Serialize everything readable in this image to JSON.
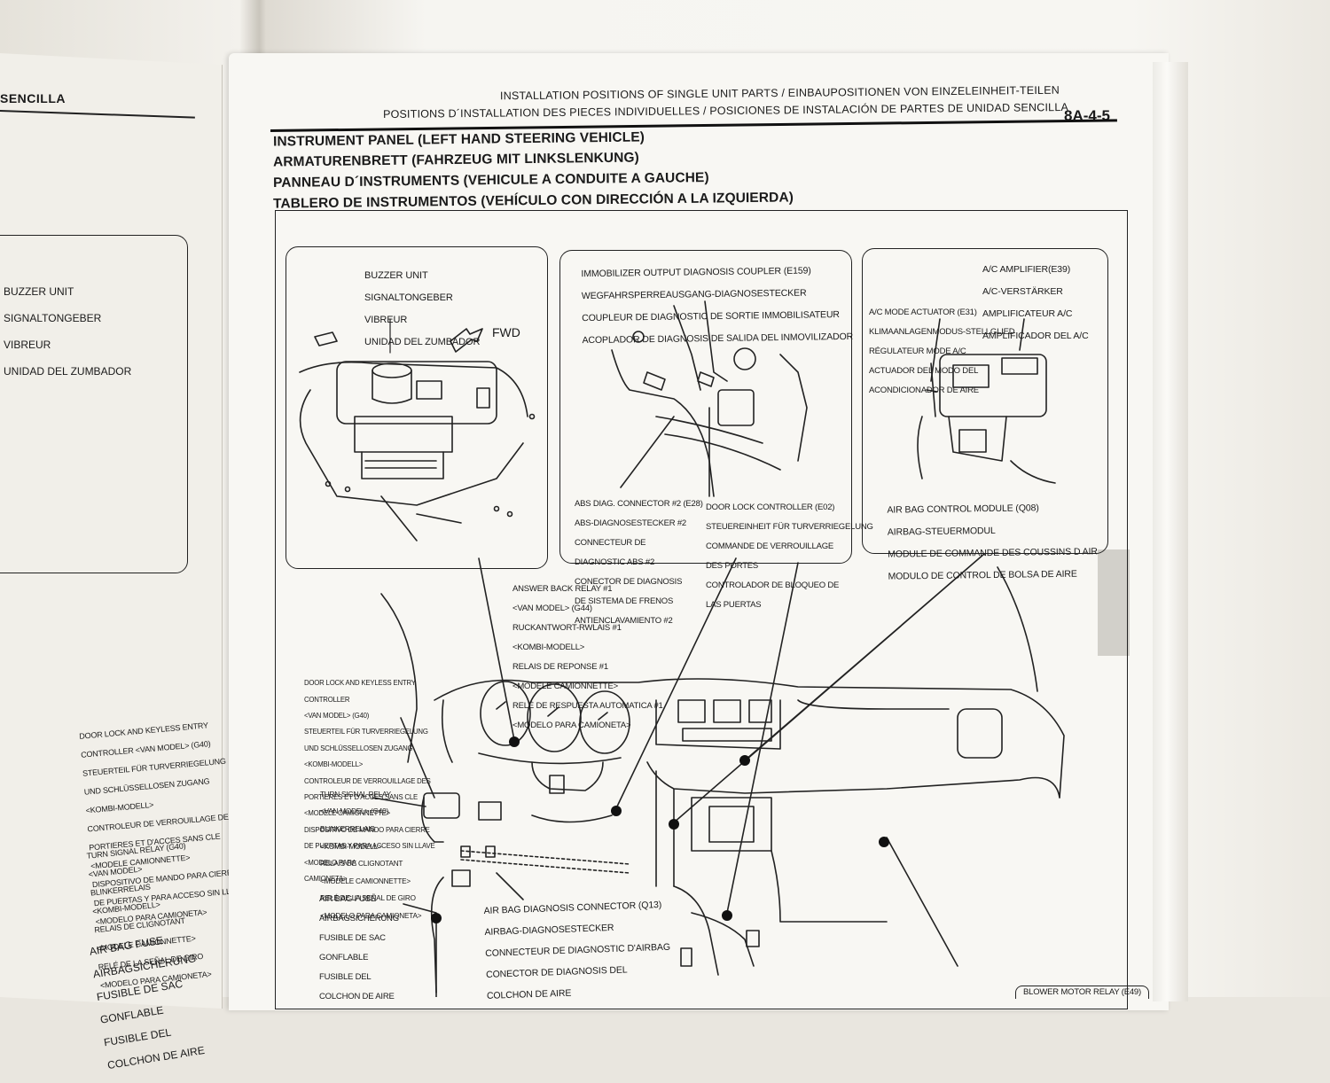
{
  "left_page": {
    "header": "SENCILLA",
    "buzzer_label": [
      "BUZZER UNIT",
      "SIGNALTONGEBER",
      "VIBREUR",
      "UNIDAD DEL ZUMBADOR"
    ],
    "door_lock_label": [
      "DOOR LOCK AND KEYLESS ENTRY",
      "CONTROLLER <VAN MODEL> (G40)",
      "STEUERTEIL FÜR TURVERRIEGELUNG",
      "UND SCHLÜSSELLOSEN ZUGANG",
      "<KOMBI-MODELL>",
      "CONTROLEUR DE VERROUILLAGE DES",
      "PORTIERES ET D'ACCES SANS CLE",
      "<MODELE CAMIONNETTE>",
      "DISPOSITIVO DE MANDO PARA CIERRE",
      "DE PUERTAS Y PARA ACCESO SIN LLAVE",
      "<MODELO PARA CAMIONETA>"
    ],
    "turn_signal_label": [
      "TURN SIGNAL RELAY (G40)",
      "<VAN MODEL>",
      "BLINKERRELAIS",
      "<KOMBI-MODELL>",
      "RELAIS DE CLIGNOTANT",
      "<MODELE CAMIONNETTE>",
      "RELÉ DE LA SEÑAL DE GIRO",
      "<MODELO PARA CAMIONETA>"
    ],
    "airbag_fuse_label": [
      "AIR BAG FUSE",
      "AIRBAGSICHERUNG",
      "FUSIBLE DE SAC",
      "GONFLABLE",
      "FUSIBLE DEL",
      "COLCHON DE AIRE"
    ]
  },
  "right_page": {
    "header_line1": "INSTALLATION POSITIONS OF SINGLE UNIT PARTS / EINBAUPOSITIONEN VON EINZELEINHEIT-TEILEN",
    "header_line2": "POSITIONS D´INSTALLATION DES PIECES INDIVIDUELLES / POSICIONES DE INSTALACIÓN DE PARTES DE UNIDAD SENCILLA",
    "page_number": "8A-4-5",
    "titles": [
      "INSTRUMENT PANEL (LEFT HAND STEERING VEHICLE)",
      "ARMATURENBRETT (FAHRZEUG MIT LINKSLENKUNG)",
      "PANNEAU D´INSTRUMENTS (VEHICULE A CONDUITE A GAUCHE)",
      "TABLERO DE INSTRUMENTOS (VEHÍCULO CON DIRECCIÓN A LA IZQUIERDA)"
    ],
    "buzzer_unit": [
      "BUZZER UNIT",
      "SIGNALTONGEBER",
      "VIBREUR",
      "UNIDAD DEL ZUMBADOR"
    ],
    "fwd": "FWD",
    "immobilizer": [
      "IMMOBILIZER OUTPUT DIAGNOSIS COUPLER (E159)",
      "WEGFAHRSPERREAUSGANG-DIAGNOSESTECKER",
      "COUPLEUR DE DIAGNOSTIC DE SORTIE IMMOBILISATEUR",
      "ACOPLADOR DE DIAGNOSIS DE SALIDA DEL INMOVILIZADOR"
    ],
    "abs_diag": [
      "ABS DIAG. CONNECTOR #2 (E28)",
      "ABS-DIAGNOSESTECKER #2",
      "CONNECTEUR DE",
      "DIAGNOSTIC ABS #2",
      "CONECTOR DE DIAGNOSIS",
      "DE SISTEMA DE FRENOS",
      "ANTIENCLAVAMIENTO #2"
    ],
    "door_lock": [
      "DOOR LOCK CONTROLLER (E02)",
      "STEUEREINHEIT FÜR TURVERRIEGELUNG",
      "COMMANDE DE VERROUILLAGE",
      "DES PORTES",
      "CONTROLADOR DE BLOQUEO DE",
      "LAS PUERTAS"
    ],
    "ac_amp": [
      "A/C AMPLIFIER(E39)",
      "A/C-VERSTÄRKER",
      "AMPLIFICATEUR A/C",
      "AMPLIFICADOR DEL A/C"
    ],
    "ac_mode": [
      "A/C MODE ACTUATOR (E31)",
      "KLIMAANLAGENMODUS-STELLGLIED",
      "RÉGULATEUR MODE A/C",
      "ACTUADOR DEL MODO DEL",
      "ACONDICIONADOR DE AIRE"
    ],
    "airbag_module": [
      "AIR BAG CONTROL MODULE (Q08)",
      "AIRBAG-STEUERMODUL",
      "MODULE DE COMMANDE DES COUSSINS D AIR",
      "MODULO DE CONTROL DE BOLSA DE AIRE"
    ],
    "answer_back": [
      "ANSWER BACK RELAY #1",
      "<VAN MODEL> (G44)",
      "RUCKANTWORT-RWLAIS #1",
      "<KOMBI-MODELL>",
      "RELAIS DE REPONSE #1",
      "<MODELE CAMIONNETTE>",
      "RELÉ DE RESPUESTA AUTOMATICA #1",
      "<MODELO PARA CAMIONETA>"
    ],
    "door_lock_keyless": [
      "DOOR LOCK AND KEYLESS ENTRY",
      "CONTROLLER",
      "<VAN MODEL> (G40)",
      "STEUERTEIL FÜR TURVERRIEGELUNG",
      "UND SCHLÜSSELLOSEN ZUGANG",
      "<KOMBI-MODELL>",
      "CONTROLEUR DE VERROUILLAGE DES",
      "PORTIERES ET D'ACCES SANS CLE",
      "<MODELE CAMIONNETTE>",
      "DISPOSITIVO DE MANDO PARA CIERRE",
      "DE PUERTAS Y PARA ACCESO SIN LLAVE",
      "<MODELO PARA",
      "CAMIONETA>"
    ],
    "turn_signal": [
      "TURN SIGNAL RELAY",
      "<VAN MODEL> (G40)",
      "BLINKERRELAIS",
      "<KOMBI-MODELL>",
      "RELAIS DE CLIGNOTANT",
      "<MODELE CAMIONNETTE>",
      "RELÉ DE LA SEÑAL DE GIRO",
      "<MODELO PARA CAMIONETA>"
    ],
    "airbag_fuse": [
      "AIR BAG FUSE",
      "AIRBAGSICHERUNG",
      "FUSIBLE DE SAC",
      "GONFLABLE",
      "FUSIBLE DEL",
      "COLCHON DE AIRE"
    ],
    "airbag_diag": [
      "AIR BAG DIAGNOSIS CONNECTOR (Q13)",
      "AIRBAG-DIAGNOSESTECKER",
      "CONNECTEUR DE DIAGNOSTIC D'AIRBAG",
      "CONECTOR DE DIAGNOSIS DEL",
      "COLCHON DE AIRE"
    ],
    "blower_relay": "BLOWER MOTOR RELAY (E49)",
    "colors": {
      "ink": "#1a1a1a",
      "paper": "#f8f7f3"
    }
  }
}
